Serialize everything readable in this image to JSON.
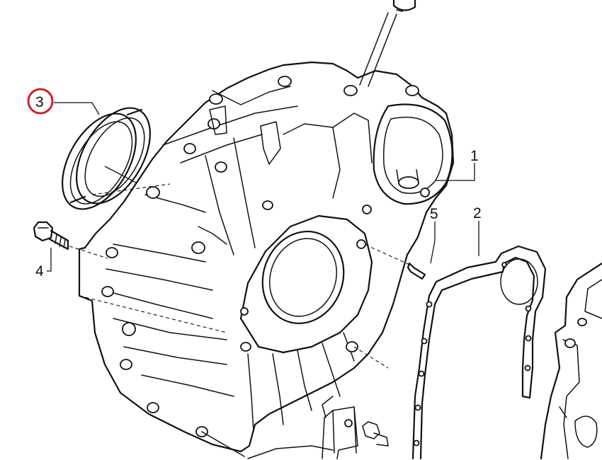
{
  "callouts": {
    "c1": "1",
    "c2": "2",
    "c3": "3",
    "c4": "4",
    "c5": "5"
  },
  "highlight": {
    "target": "3",
    "color": "#d0202a"
  },
  "colors": {
    "line": "#111111",
    "background": "#ffffff"
  }
}
